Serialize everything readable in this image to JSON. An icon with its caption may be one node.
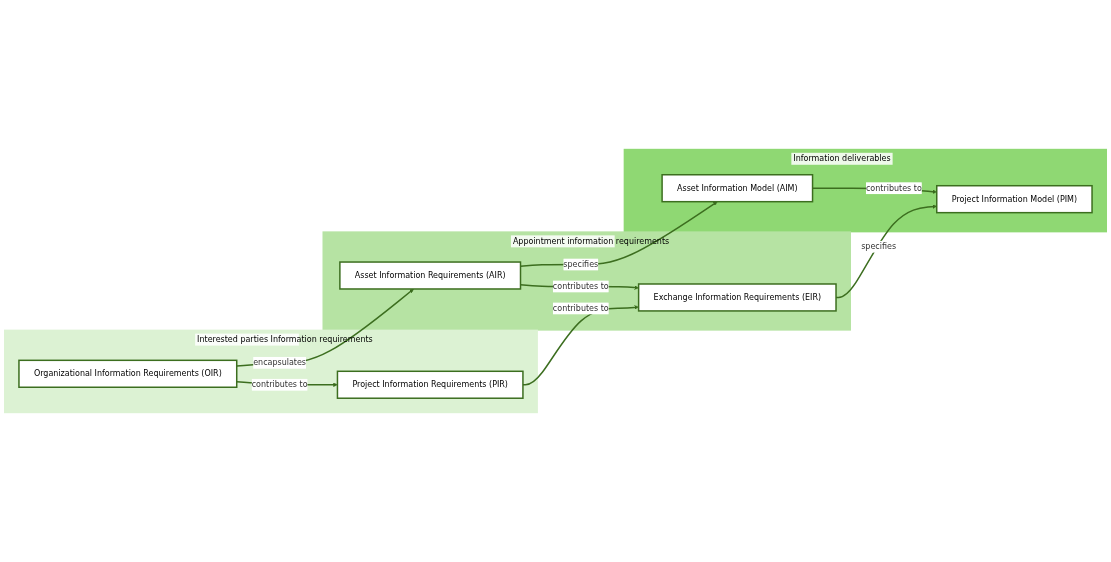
{
  "diagram": {
    "nodes": [
      {
        "text": [
          "Interested parties Information requirements"
        ]
      },
      {
        "text": [
          "Organizational Information Requirements (OIR)"
        ],
        "in": 0
      },
      {
        "text": [
          "Project Information Requirements (PIR)"
        ],
        "in": 0
      },
      {
        "text": [
          "Appointment information requirements"
        ]
      },
      {
        "text": [
          "Asset Information Requirements (AIR)"
        ],
        "in": 3
      },
      {
        "text": [
          "Exchange Information Requirements (EIR)"
        ],
        "in": 3
      },
      {
        "text": [
          "Information deliverables"
        ]
      },
      {
        "text": [
          "Asset Information Model (AIM)"
        ],
        "in": 6
      },
      {
        "text": [
          "Project Information Model (PIM)"
        ],
        "in": 6
      }
    ],
    "edges": [
      {
        "from": 1,
        "to": 4,
        "arrow": "to",
        "label": "encapsulates"
      },
      {
        "from": 1,
        "to": 2,
        "arrow": "to",
        "label": "contributes to"
      },
      {
        "from": 4,
        "to": 7,
        "arrow": "to",
        "label": "specifies"
      },
      {
        "from": 4,
        "to": 5,
        "arrow": "to",
        "label": "contributes to"
      },
      {
        "from": 7,
        "to": 8,
        "arrow": "to",
        "label": "contributes to"
      },
      {
        "from": 2,
        "to": 5,
        "arrow": "to",
        "label": "contributes to"
      },
      {
        "from": 5,
        "to": 8,
        "arrow": "to",
        "label": "specifies"
      }
    ]
  }
}
